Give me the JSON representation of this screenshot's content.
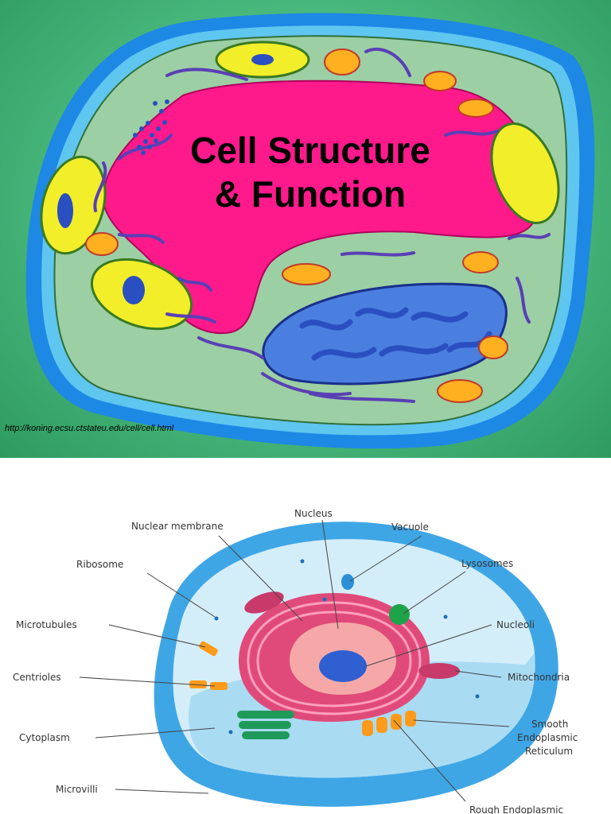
{
  "slide1": {
    "title_line1": "Cell Structure",
    "title_line2": "& Function",
    "source_url": "http://koning.ecsu.ctstateu.edu/cell/cell.html",
    "colors": {
      "background": "#4fbf84",
      "cell_wall": "#1e88e5",
      "cytoplasm": "#9ccfa4",
      "vacuole": "#ff1a8c",
      "nucleus": "#4a7fe0",
      "chloroplast": "#f2ee2a",
      "mitochondria": "#ffb020"
    }
  },
  "slide2": {
    "labels": {
      "nucleus": "Nucleus",
      "nuclear_membrane": "Nuclear membrane",
      "vacuole": "Vacuole",
      "ribosome": "Ribosome",
      "lysosomes": "Lysosomes",
      "microtubules": "Microtubules",
      "nucleoli": "Nucleoli",
      "centrioles": "Centrioles",
      "mitochondria": "Mitochondria",
      "smooth_er_1": "Smooth",
      "smooth_er_2": "Endoplasmic",
      "smooth_er_3": "Reticulum",
      "cytoplasm": "Cytoplasm",
      "microvilli": "Microvilli",
      "rough_er": "Rough Endoplasmic"
    }
  }
}
